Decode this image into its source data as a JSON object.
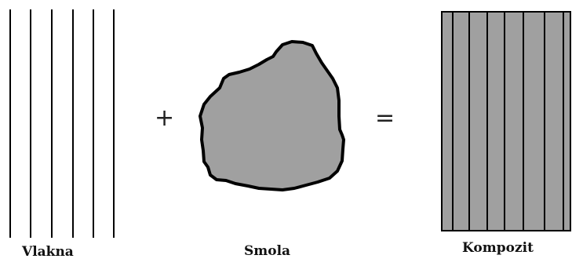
{
  "labels": {
    "fibers": "Vlakna",
    "resin": "Smola",
    "composite": "Kompozit"
  },
  "operators": {
    "plus": "+",
    "equals": "="
  },
  "colors": {
    "line": "#000000",
    "resin_fill": "#a0a0a0",
    "composite_fill": "#a0a0a0"
  }
}
